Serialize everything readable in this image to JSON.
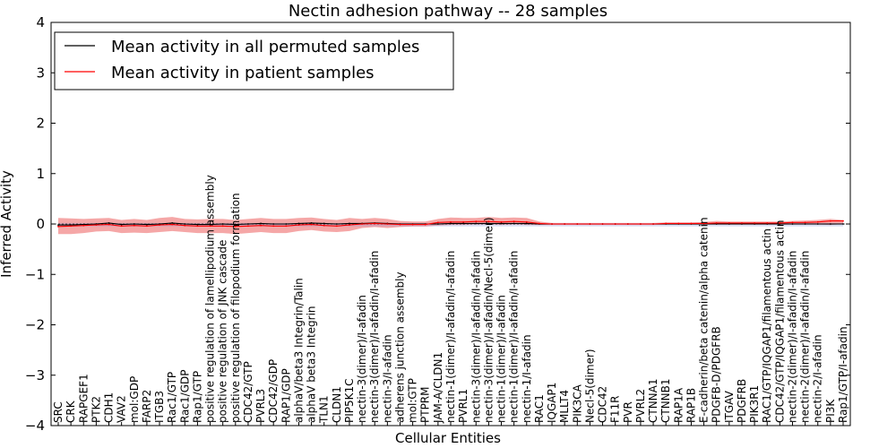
{
  "chart_data": {
    "type": "line",
    "title": "Nectin adhesion pathway -- 28 samples",
    "xlabel": "Cellular Entities",
    "ylabel": "Inferred Activity",
    "ylim": [
      -4,
      4
    ],
    "yticks": [
      -4,
      -3,
      -2,
      -1,
      0,
      1,
      2,
      3,
      4
    ],
    "ytick_labels": [
      "−4",
      "−3",
      "−2",
      "−1",
      "0",
      "1",
      "2",
      "3",
      "4"
    ],
    "grid": false,
    "legend_position": "top-left",
    "categories": [
      "SRC",
      "CRK",
      "RAPGEF1",
      "PTK2",
      "CDH1",
      "VAV2",
      "mol:GDP",
      "FARP2",
      "ITGB3",
      "Rac1/GTP",
      "Rac1/GDP",
      "Rap1/GTP",
      "positive regulation of lamellipodium assembly",
      "positive regulation of JNK cascade",
      "positive regulation of filopodium formation",
      "CDC42/GTP",
      "PVRL3",
      "CDC42/GDP",
      "RAP1/GDP",
      "alphaV/beta3 Integrin/Talin",
      "alphaV beta3 Integrin",
      "TLN1",
      "CLDN1",
      "PIP5K1C",
      "nectin-3(dimer)/I-afadin",
      "nectin-3(dimer)/I-afadin/I-afadin",
      "nectin-3/I-afadin",
      "adherens junction assembly",
      "mol:GTP",
      "PTPRM",
      "JAM-A/CLDN1",
      "nectin-1(dimer)/I-afadin/I-afadin",
      "PVRL1",
      "nectin-3(dimer)/I-afadin/I-afadin",
      "nectin-3(dimer)/I-afadin/Necl-5(dimer)",
      "nectin-1(dimer)/I-afadin",
      "nectin-1(dimer)/I-afadin/I-afadin",
      "nectin-1/I-afadin",
      "RAC1",
      "IQGAP1",
      "MLLT4",
      "PIK3CA",
      "Necl-5(dimer)",
      "CDC42",
      "F11R",
      "PVR",
      "PVRL2",
      "CTNNA1",
      "CTNNB1",
      "RAP1A",
      "RAP1B",
      "E-cadherin/beta catenin/alpha catenin",
      "PDGFB-D/PDGFRB",
      "ITGAV",
      "PDGFRB",
      "PIK3R1",
      "RAC1/GTP/IQGAP1/filamentous actin",
      "CDC42/GTP/IQGAP1/filamentous actin",
      "nectin-2(dimer)/I-afadin/I-afadin",
      "nectin-2(dimer)/I-afadin/I-afadin",
      "nectin-2/I-afadin",
      "PI3K",
      "Rap1/GTP/I-afadin"
    ],
    "series": [
      {
        "name": "Mean activity in all permuted samples",
        "color": "#000000",
        "values": [
          -0.02,
          -0.02,
          -0.01,
          0.0,
          0.02,
          -0.01,
          0.0,
          -0.01,
          0.0,
          0.02,
          0.0,
          -0.01,
          -0.01,
          0.0,
          -0.01,
          0.0,
          0.01,
          0.0,
          0.0,
          0.01,
          0.02,
          0.01,
          0.0,
          0.01,
          0.01,
          0.02,
          0.01,
          0.0,
          0.0,
          0.0,
          0.0,
          0.01,
          0.01,
          0.01,
          0.01,
          0.01,
          0.01,
          0.01,
          0.0,
          0.0,
          0.0,
          0.0,
          0.0,
          0.0,
          0.0,
          0.0,
          0.0,
          0.0,
          0.0,
          0.0,
          0.0,
          0.0,
          0.0,
          0.0,
          0.0,
          0.0,
          0.0,
          0.0,
          0.0,
          0.0,
          0.0,
          0.0,
          0.0
        ]
      },
      {
        "name": "Mean activity in patient samples",
        "color": "#ff0000",
        "values": [
          -0.05,
          -0.04,
          -0.03,
          -0.02,
          -0.01,
          -0.04,
          -0.03,
          -0.04,
          -0.02,
          -0.01,
          -0.03,
          -0.04,
          -0.04,
          -0.04,
          -0.05,
          -0.04,
          -0.03,
          -0.04,
          -0.04,
          -0.02,
          -0.01,
          -0.03,
          -0.04,
          -0.02,
          0.0,
          0.01,
          0.0,
          -0.01,
          -0.01,
          -0.01,
          0.03,
          0.04,
          0.04,
          0.05,
          0.05,
          0.04,
          0.05,
          0.04,
          0.01,
          0.0,
          0.0,
          0.0,
          0.0,
          0.0,
          0.0,
          0.0,
          0.0,
          0.0,
          0.01,
          0.01,
          0.01,
          0.01,
          0.02,
          0.02,
          0.02,
          0.02,
          0.02,
          0.02,
          0.03,
          0.03,
          0.04,
          0.06,
          0.06
        ]
      }
    ],
    "bands": [
      {
        "color": "#ff0000",
        "upper": [
          0.12,
          0.11,
          0.1,
          0.11,
          0.12,
          0.08,
          0.1,
          0.08,
          0.12,
          0.14,
          0.1,
          0.09,
          0.1,
          0.1,
          0.08,
          0.1,
          0.12,
          0.1,
          0.1,
          0.12,
          0.13,
          0.1,
          0.08,
          0.12,
          0.1,
          0.12,
          0.1,
          0.06,
          0.05,
          0.05,
          0.1,
          0.13,
          0.12,
          0.12,
          0.14,
          0.12,
          0.13,
          0.12,
          0.05,
          0.02,
          0.02,
          0.02,
          0.02,
          0.02,
          0.02,
          0.02,
          0.02,
          0.02,
          0.03,
          0.03,
          0.03,
          0.04,
          0.06,
          0.05,
          0.05,
          0.05,
          0.05,
          0.05,
          0.06,
          0.07,
          0.08,
          0.1,
          0.08
        ],
        "lower": [
          -0.2,
          -0.2,
          -0.18,
          -0.15,
          -0.14,
          -0.18,
          -0.17,
          -0.18,
          -0.16,
          -0.14,
          -0.16,
          -0.18,
          -0.18,
          -0.18,
          -0.2,
          -0.18,
          -0.16,
          -0.18,
          -0.18,
          -0.14,
          -0.12,
          -0.15,
          -0.16,
          -0.14,
          -0.08,
          -0.06,
          -0.08,
          -0.06,
          -0.05,
          -0.05,
          -0.03,
          -0.02,
          -0.02,
          -0.01,
          -0.01,
          -0.02,
          -0.01,
          -0.02,
          -0.02,
          -0.02,
          -0.02,
          -0.02,
          -0.02,
          -0.02,
          -0.02,
          -0.02,
          -0.02,
          -0.02,
          -0.01,
          -0.01,
          -0.01,
          -0.01,
          -0.01,
          -0.01,
          -0.01,
          -0.01,
          -0.01,
          -0.01,
          -0.01,
          -0.01,
          -0.01,
          -0.02,
          0.0
        ]
      },
      {
        "color": "#8899dd",
        "upper": [
          0.02,
          0.02,
          0.02,
          0.02,
          0.02,
          0.02,
          0.02,
          0.02,
          0.02,
          0.02,
          0.02,
          0.02,
          0.02,
          0.02,
          0.02,
          0.02,
          0.02,
          0.02,
          0.02,
          0.02,
          0.02,
          0.02,
          0.02,
          0.02,
          0.02,
          0.02,
          0.02,
          0.02,
          0.02,
          0.02,
          0.02,
          0.02,
          0.02,
          0.02,
          0.02,
          0.02,
          0.02,
          0.02,
          0.02,
          0.02,
          0.02,
          0.02,
          0.02,
          0.02,
          0.02,
          0.02,
          0.02,
          0.02,
          0.02,
          0.02,
          0.02,
          0.02,
          0.02,
          0.02,
          0.02,
          0.02,
          0.02,
          0.02,
          0.02,
          0.02,
          0.02,
          0.02,
          0.02
        ],
        "lower": [
          -0.05,
          -0.05,
          -0.05,
          -0.05,
          -0.05,
          -0.05,
          -0.05,
          -0.05,
          -0.05,
          -0.05,
          -0.05,
          -0.05,
          -0.05,
          -0.05,
          -0.05,
          -0.05,
          -0.05,
          -0.05,
          -0.05,
          -0.05,
          -0.05,
          -0.05,
          -0.05,
          -0.05,
          -0.05,
          -0.05,
          -0.05,
          -0.05,
          -0.05,
          -0.05,
          -0.05,
          -0.05,
          -0.05,
          -0.05,
          -0.05,
          -0.05,
          -0.05,
          -0.05,
          -0.05,
          -0.05,
          -0.05,
          -0.05,
          -0.05,
          -0.05,
          -0.05,
          -0.05,
          -0.05,
          -0.05,
          -0.05,
          -0.05,
          -0.05,
          -0.05,
          -0.05,
          -0.05,
          -0.05,
          -0.05,
          -0.05,
          -0.05,
          -0.05,
          -0.05,
          -0.05,
          -0.05,
          -0.05
        ]
      }
    ]
  }
}
